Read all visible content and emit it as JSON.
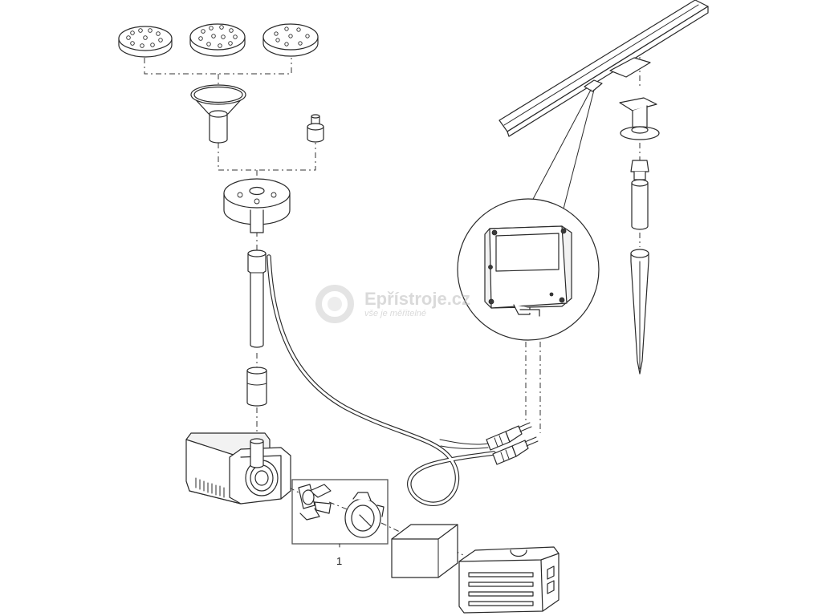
{
  "callouts": [
    {
      "label": "1"
    }
  ],
  "watermark": {
    "name": "Epřístroje.cz",
    "tagline": "vše je měřitelné"
  }
}
